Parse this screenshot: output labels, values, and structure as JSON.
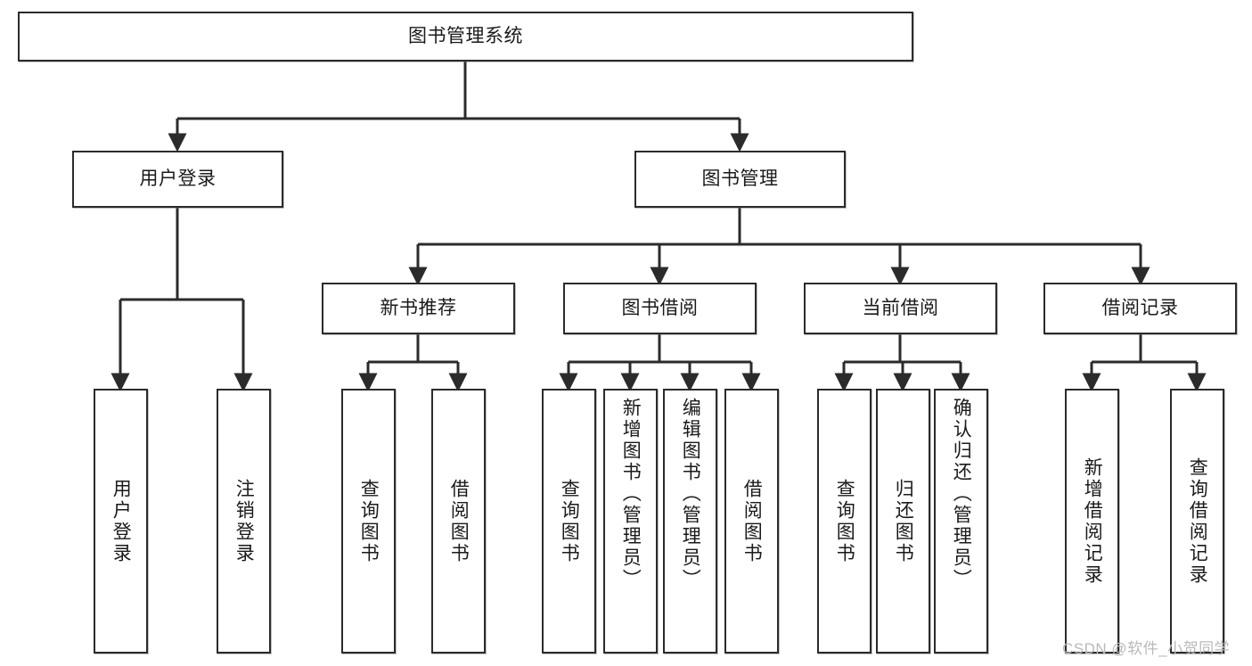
{
  "diagram": {
    "title": "图书管理系统",
    "type": "hierarchy-tree",
    "root": {
      "label": "图书管理系统"
    },
    "level2": [
      {
        "label": "用户登录"
      },
      {
        "label": "图书管理"
      }
    ],
    "level3": [
      {
        "label": "新书推荐"
      },
      {
        "label": "图书借阅"
      },
      {
        "label": "当前借阅"
      },
      {
        "label": "借阅记录"
      }
    ],
    "leaves": {
      "user_login": [
        {
          "label": "用户登录"
        },
        {
          "label": "注销登录"
        }
      ],
      "new_book_recommend": [
        {
          "label": "查询图书"
        },
        {
          "label": "借阅图书"
        }
      ],
      "book_borrow": [
        {
          "label": "查询图书"
        },
        {
          "label": "新增图书（管理员）"
        },
        {
          "label": "编辑图书（管理员）"
        },
        {
          "label": "借阅图书"
        }
      ],
      "current_borrow": [
        {
          "label": "查询图书"
        },
        {
          "label": "归还图书"
        },
        {
          "label": "确认归还（管理员）"
        }
      ],
      "borrow_record": [
        {
          "label": "新增借阅记录"
        },
        {
          "label": "查询借阅记录"
        }
      ]
    }
  },
  "watermark": {
    "text": "CSDN @软件_小贺同学"
  },
  "colors": {
    "border": "#2b2b2b",
    "text": "#1a1a1a",
    "background": "#ffffff",
    "watermark": "#b9b9b9"
  }
}
